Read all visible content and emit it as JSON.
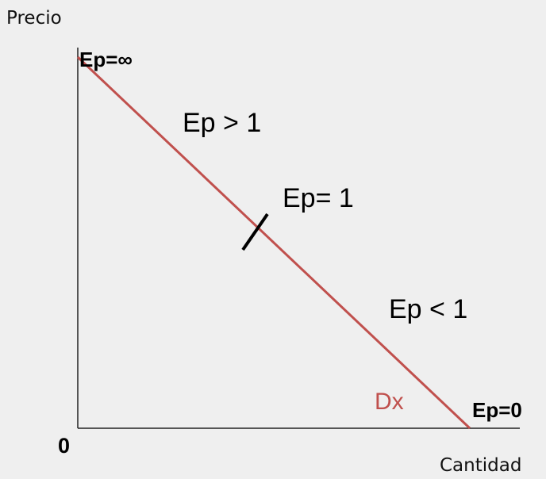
{
  "axes": {
    "y_label": "Precio",
    "x_label": "Cantidad",
    "origin_label": "0"
  },
  "curve": {
    "label": "Dx",
    "color": "#c0504d"
  },
  "points": {
    "top": "Ep=∞",
    "unit": "Ep= 1",
    "bottom": "Ep=0"
  },
  "regions": {
    "elastic": "Ep > 1",
    "inelastic": "Ep < 1"
  }
}
